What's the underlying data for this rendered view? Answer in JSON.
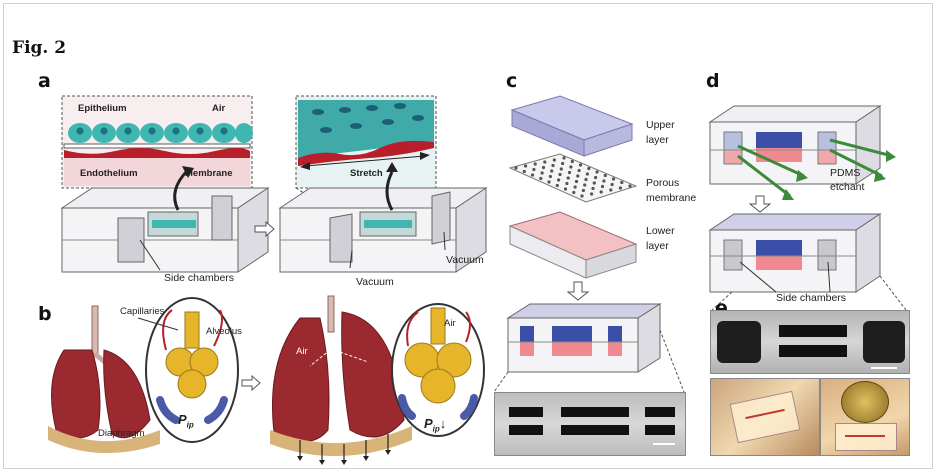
{
  "figure": {
    "title": "Fig. 2",
    "panels": {
      "a": {
        "letter": "a",
        "inset_left": {
          "epithelium": "Epithelium",
          "air": "Air",
          "endothelium": "Endothelium",
          "membrane": "Membrane"
        },
        "inset_right": {
          "stretch": "Stretch"
        },
        "side_chambers": "Side chambers",
        "vacuum_left": "Vacuum",
        "vacuum_right": "Vacuum"
      },
      "b": {
        "letter": "b",
        "capillaries": "Capillaries",
        "alveolus": "Alveolus",
        "diaphragm": "Diaphragm",
        "pip": "P",
        "pip_sub": "ip",
        "air_left": "Air",
        "air_right": "Air",
        "pip2": "P",
        "pip2_sub": "ip",
        "pip2_arrow": "↓"
      },
      "c": {
        "letter": "c",
        "upper_layer": [
          "Upper",
          "layer"
        ],
        "porous_membrane": [
          "Porous",
          "membrane"
        ],
        "lower_layer": [
          "Lower",
          "layer"
        ]
      },
      "d": {
        "letter": "d",
        "pdms_etchant": [
          "PDMS",
          "etchant"
        ],
        "side_chambers": "Side chambers"
      },
      "e": {
        "letter": "e"
      }
    },
    "colors": {
      "epithelium": "#3fb6b0",
      "endothelium": "#b81f2a",
      "channel_blue": "#7a86c8",
      "channel_red": "#e8858a",
      "lung": "#9b2a30",
      "alveolus": "#e7b52a",
      "arrow_green": "#3c8a3c",
      "chip_gray": "#e8e8ee"
    }
  }
}
